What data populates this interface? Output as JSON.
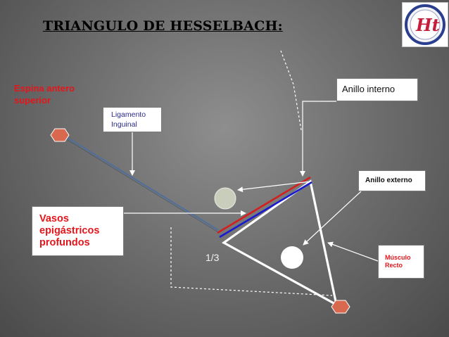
{
  "title": "TRIANGULO DE HESSELBACH:",
  "logo": {
    "icon": "hospital-logo-icon",
    "text": "Ht"
  },
  "labels": {
    "espina": "Espina antero superior",
    "ligamento": "Ligamento Inguinal",
    "anillo_interno": "Anillo interno",
    "anillo_externo": "Anillo externo",
    "vasos": "Vasos epigástricos profundos",
    "musculo": "Músculo Recto",
    "ratio": "1/3"
  },
  "colors": {
    "ligament_red": "#d21f1f",
    "vessel_blue": "#1a1ad0",
    "marker_orange": "#d9694e",
    "label_red": "#e4161b"
  }
}
